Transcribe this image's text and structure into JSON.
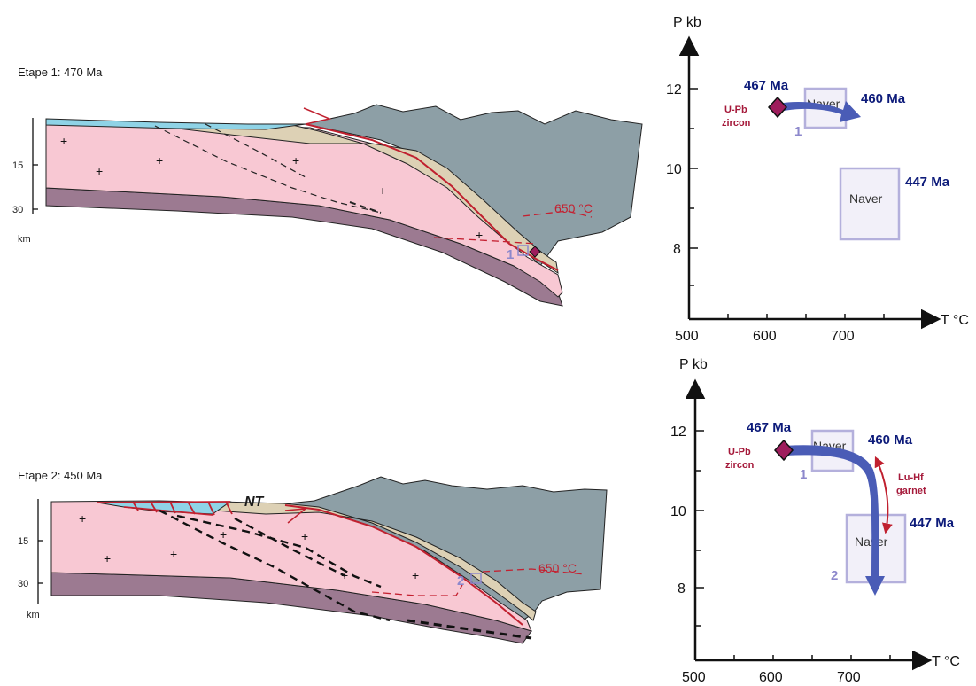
{
  "colors": {
    "crust": "#f8c8d3",
    "mantle": "#9c7a91",
    "sediment": "#ddd1b5",
    "upper_plate": "#8d9fa6",
    "ocean": "#8fd3e6",
    "fault": "#c0202f",
    "age_text": "#0d1b7a",
    "pt_path": "#4a5cb6",
    "marker": "#9e1d5c",
    "box": "#b4b0dc"
  },
  "panels": [
    {
      "stage_label": "Etape 1: 470 Ma",
      "depth_ticks": [
        "15",
        "30"
      ],
      "depth_unit": "km",
      "isotherm_label": "650 °C",
      "location_number": "1",
      "thrust_label": ""
    },
    {
      "stage_label": "Etape 2: 450 Ma",
      "depth_ticks": [
        "15",
        "30"
      ],
      "depth_unit": "km",
      "isotherm_label": "650 °C",
      "location_number": "2",
      "thrust_label": "NT"
    }
  ],
  "pt_diagrams": [
    {
      "y_label": "P kb",
      "x_label": "T °C",
      "x_ticks": [
        "500",
        "600",
        "700"
      ],
      "y_ticks": [
        "12",
        "10",
        "8"
      ],
      "ages": [
        "467 Ma",
        "460 Ma",
        "447 Ma"
      ],
      "method_label": [
        "U-Pb",
        "zircon"
      ],
      "box_labels": [
        "Naver",
        "Naver"
      ],
      "box_numbers": [
        "1"
      ],
      "extra_method": []
    },
    {
      "y_label": "P kb",
      "x_label": "T °C",
      "x_ticks": [
        "500",
        "600",
        "700"
      ],
      "y_ticks": [
        "12",
        "10",
        "8"
      ],
      "ages": [
        "467 Ma",
        "460 Ma",
        "447 Ma"
      ],
      "method_label": [
        "U-Pb",
        "zircon"
      ],
      "box_labels": [
        "Naver",
        "Naver"
      ],
      "box_numbers": [
        "1",
        "2"
      ],
      "extra_method": [
        "Lu-Hf",
        "garnet"
      ]
    }
  ]
}
